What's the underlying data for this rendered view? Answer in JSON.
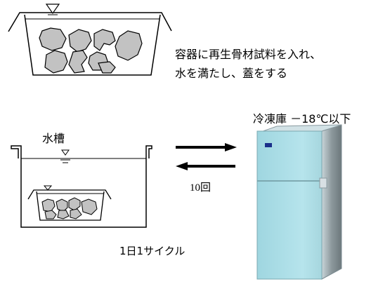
{
  "labels": {
    "step1_line1": "容器に再生骨材試料を入れ、",
    "step1_line2": "水を満たし、蓋をする",
    "freezer": "冷凍庫 －18℃以下",
    "tank": "水槽",
    "cycles": "10回",
    "daily": "1日1サイクル"
  },
  "colors": {
    "stone_fill": "#c2c2c2",
    "fridge_body": "#a8dce4",
    "fridge_side": "#8a9aa0",
    "fridge_handle": "#d0d8dc",
    "fridge_badge": "#1a2f8a",
    "line": "#000000"
  },
  "icons": {
    "water_level": "water-level-triangle-icon",
    "arrow_right": "arrow-right-icon",
    "arrow_left": "arrow-left-icon",
    "freezer": "refrigerator-icon"
  }
}
